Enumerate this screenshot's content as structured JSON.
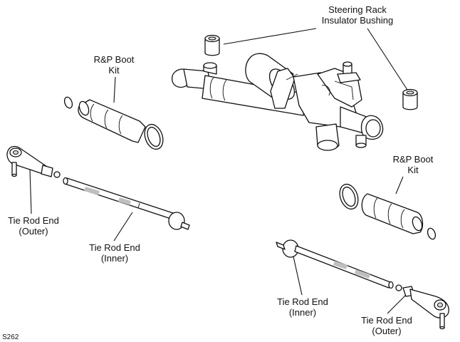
{
  "labels": {
    "bushing": [
      "Steering Rack",
      "Insulator Bushing"
    ],
    "boot_left": [
      "R&P Boot",
      "Kit"
    ],
    "boot_right": [
      "R&P Boot",
      "Kit"
    ],
    "tre_outer_left": [
      "Tie Rod End",
      "(Outer)"
    ],
    "tre_inner_left": [
      "Tie Rod End",
      "(Inner)"
    ],
    "tre_inner_right": [
      "Tie Rod End",
      "(Inner)"
    ],
    "tre_outer_right": [
      "Tie Rod End",
      "(Outer)"
    ]
  },
  "figure_code": "S262"
}
